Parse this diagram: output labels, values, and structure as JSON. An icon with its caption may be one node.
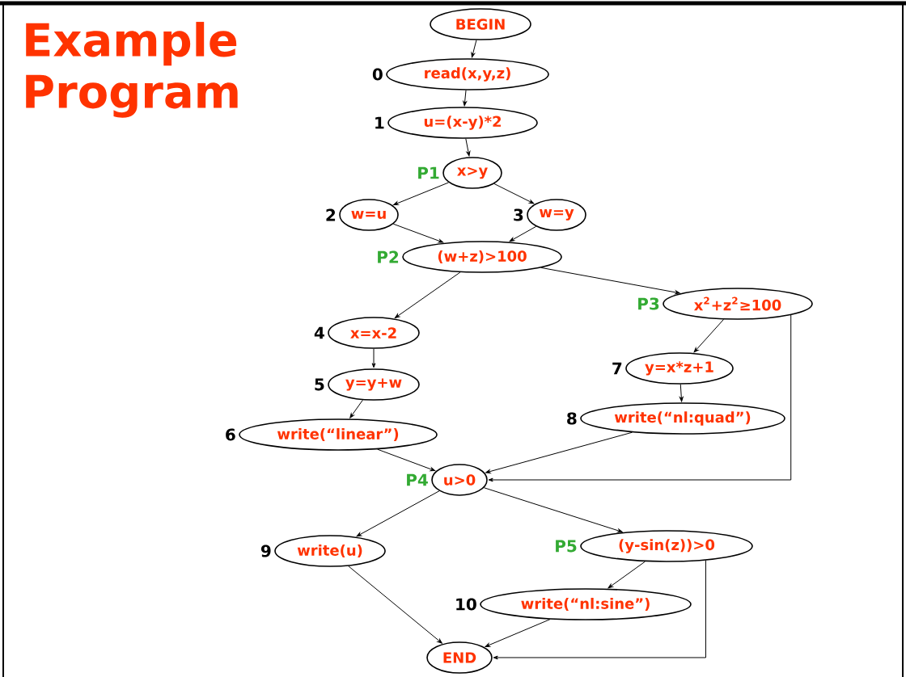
{
  "diagram": {
    "title": "Example Program",
    "nodes": [
      {
        "text": [
          "BEGIN"
        ]
      },
      {
        "text": [
          "read(x,y,z)"
        ],
        "beside": [
          "0"
        ]
      },
      {
        "text": [
          "u=(x-y)*2"
        ],
        "beside": [
          "1"
        ]
      },
      {
        "text": [
          "x>y"
        ],
        "beside": [
          "P1"
        ]
      },
      {
        "text": [
          "w=u"
        ],
        "beside": [
          "2"
        ]
      },
      {
        "text": [
          "w=y"
        ],
        "beside": [
          "3"
        ]
      },
      {
        "text": [
          "(w+z)>100"
        ],
        "beside": [
          "P2"
        ]
      },
      {
        "text": [
          "x$^{2}$+z$^{2}$≥100"
        ],
        "beside": [
          "P3"
        ]
      },
      {
        "text": [
          "x=x-2"
        ],
        "beside": [
          "4"
        ]
      },
      {
        "text": [
          "y=y+w"
        ],
        "beside": [
          "5"
        ]
      },
      {
        "text": [
          "write(“linear”)"
        ],
        "beside": [
          "6"
        ]
      },
      {
        "text": [
          "y=x*z+1"
        ],
        "beside": [
          "7"
        ]
      },
      {
        "text": [
          "write(“nl:quad”)"
        ],
        "beside": [
          "8"
        ]
      },
      {
        "text": [
          "u>0"
        ],
        "beside": [
          "P4"
        ]
      },
      {
        "text": [
          "write(u)"
        ],
        "beside": [
          "9"
        ]
      },
      {
        "text": [
          "(y-sin(z))>0"
        ],
        "beside": [
          "P5"
        ]
      },
      {
        "text": [
          "write(“nl:sine”)"
        ],
        "beside": [
          "10"
        ]
      },
      {
        "text": [
          "END"
        ]
      }
    ],
    "edges": [
      {
        "from": 0,
        "to": 1,
        "arrow": "to"
      },
      {
        "from": 1,
        "to": 2,
        "arrow": "to"
      },
      {
        "from": 2,
        "to": 3,
        "arrow": "to"
      },
      {
        "from": 3,
        "to": 4,
        "arrow": "to"
      },
      {
        "from": 3,
        "to": 5,
        "arrow": "to"
      },
      {
        "from": 4,
        "to": 6,
        "arrow": "to"
      },
      {
        "from": 5,
        "to": 6,
        "arrow": "to"
      },
      {
        "from": 6,
        "to": 8,
        "arrow": "to"
      },
      {
        "from": 6,
        "to": 7,
        "arrow": "to"
      },
      {
        "from": 7,
        "to": 11,
        "arrow": "to"
      },
      {
        "from": 11,
        "to": 12,
        "arrow": "to"
      },
      {
        "from": 8,
        "to": 9,
        "arrow": "to"
      },
      {
        "from": 9,
        "to": 10,
        "arrow": "to"
      },
      {
        "from": 10,
        "to": 13,
        "arrow": "to"
      },
      {
        "from": 12,
        "to": 13,
        "arrow": "to"
      },
      {
        "from": 7,
        "to": 13,
        "arrow": "to"
      },
      {
        "from": 13,
        "to": 14,
        "arrow": "to"
      },
      {
        "from": 13,
        "to": 15,
        "arrow": "to"
      },
      {
        "from": 15,
        "to": 16,
        "arrow": "to"
      },
      {
        "from": 14,
        "to": 17,
        "arrow": "to"
      },
      {
        "from": 16,
        "to": 17,
        "arrow": "to"
      },
      {
        "from": 15,
        "to": 17,
        "arrow": "to"
      }
    ]
  }
}
